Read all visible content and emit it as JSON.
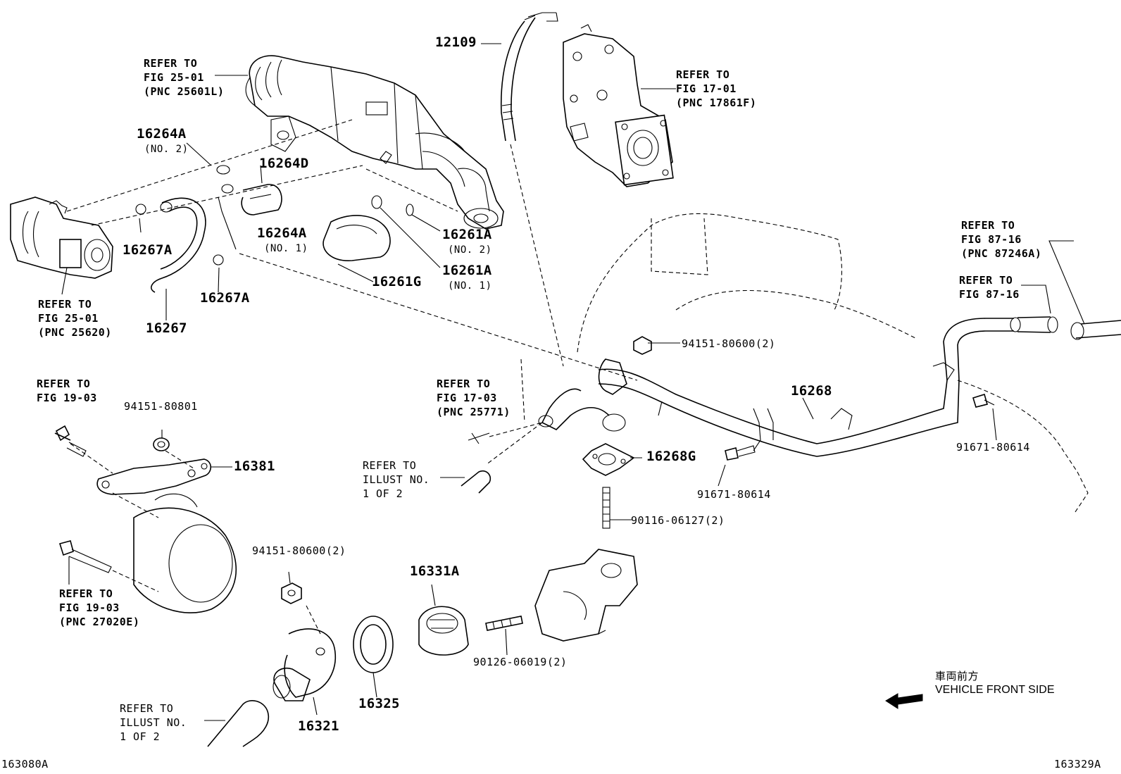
{
  "refs": {
    "r1": [
      "REFER TO",
      "FIG 25-01",
      "(PNC 25601L)"
    ],
    "r2": [
      "REFER TO",
      "FIG 17-01",
      "(PNC 17861F)"
    ],
    "r3": [
      "REFER TO",
      "FIG 25-01",
      "(PNC 25620)"
    ],
    "r4": [
      "REFER TO",
      "FIG 87-16",
      "(PNC 87246A)"
    ],
    "r5": [
      "REFER TO",
      "FIG 87-16"
    ],
    "r6": [
      "REFER TO",
      "FIG 19-03"
    ],
    "r7": [
      "REFER TO",
      "FIG 17-03",
      "(PNC 25771)"
    ],
    "r8": [
      "REFER TO",
      "ILLUST NO.",
      "1 OF 2"
    ],
    "r9": [
      "REFER TO",
      "FIG 19-03",
      "(PNC 27020E)"
    ],
    "r10": [
      "REFER TO",
      "ILLUST NO.",
      "1 OF 2"
    ]
  },
  "parts": {
    "p12109": "12109",
    "p16264A_2": "16264A",
    "p16264A_2_sub": "(NO. 2)",
    "p16264D": "16264D",
    "p16264A_1": "16264A",
    "p16264A_1_sub": "(NO. 1)",
    "p16267A_a": "16267A",
    "p16267A_b": "16267A",
    "p16267": "16267",
    "p16261G": "16261G",
    "p16261A_2": "16261A",
    "p16261A_2_sub": "(NO. 2)",
    "p16261A_1": "16261A",
    "p16261A_1_sub": "(NO. 1)",
    "p94151_80600_top": "94151-80600(2)",
    "p16268": "16268",
    "p16268G": "16268G",
    "p91671_80614_a": "91671-80614",
    "p91671_80614_b": "91671-80614",
    "p94151_80801": "94151-80801",
    "p16381": "16381",
    "p90116": "90116-06127(2)",
    "p94151_80600_low": "94151-80600(2)",
    "p16331A": "16331A",
    "p90126": "90126-06019(2)",
    "p16325": "16325",
    "p16321": "16321"
  },
  "direction": {
    "jp": "車両前方",
    "en": "VEHICLE FRONT SIDE"
  },
  "footer": {
    "left": "163080A",
    "right": "163329A"
  }
}
